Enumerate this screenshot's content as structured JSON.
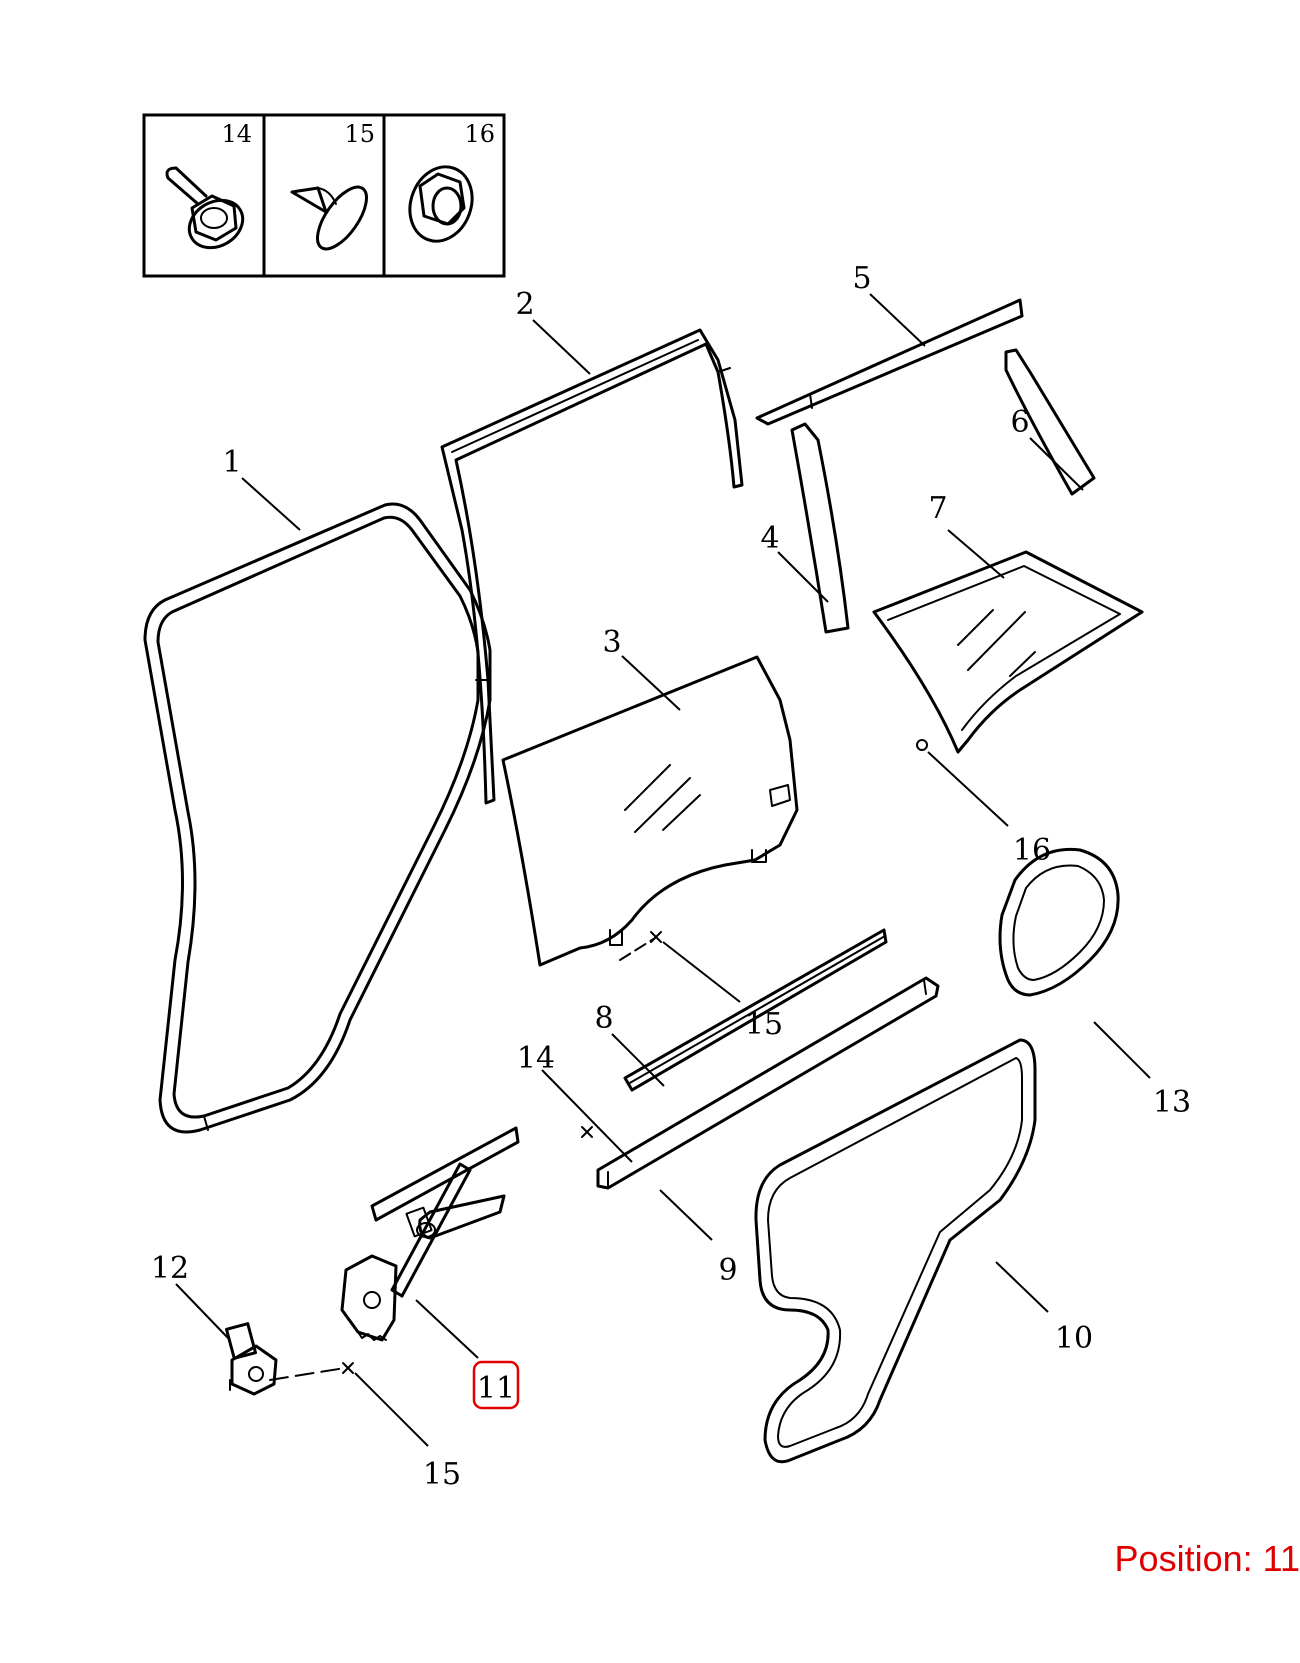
{
  "fastener_box": {
    "items": [
      {
        "number": "14",
        "icon": "bolt-icon"
      },
      {
        "number": "15",
        "icon": "clip-icon"
      },
      {
        "number": "16",
        "icon": "nut-icon"
      }
    ]
  },
  "callouts": [
    {
      "number": "1"
    },
    {
      "number": "2"
    },
    {
      "number": "3"
    },
    {
      "number": "4"
    },
    {
      "number": "5"
    },
    {
      "number": "6"
    },
    {
      "number": "7"
    },
    {
      "number": "16"
    },
    {
      "number": "13"
    },
    {
      "number": "15"
    },
    {
      "number": "8"
    },
    {
      "number": "14"
    },
    {
      "number": "9"
    },
    {
      "number": "10"
    },
    {
      "number": "12"
    },
    {
      "number": "11"
    },
    {
      "number": "15"
    }
  ],
  "highlighted_callout": "11",
  "highlight_color": "#e00000",
  "position_label": "Position: 11"
}
